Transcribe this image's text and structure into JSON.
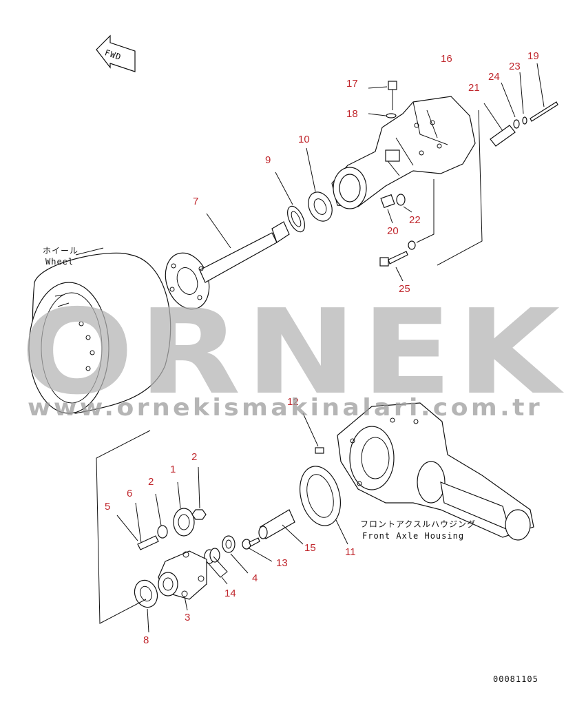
{
  "fwd_label": "FWD",
  "wheel_label_jp": "ホイール",
  "wheel_label_en": "Wheel",
  "housing_label_jp": "フロントアクスルハウジング",
  "housing_label_en": "Front Axle Housing",
  "drawing_code": "00081105",
  "watermark": "ORNEK",
  "watermark_url": "www.ornekismakinalari.com.tr",
  "colors": {
    "part_number": "#c0272d",
    "watermark": "#b3b3b3",
    "accent": "#f2c000"
  },
  "part_numbers": [
    "16",
    "17",
    "18",
    "19",
    "21",
    "23",
    "24",
    "10",
    "9",
    "7",
    "20",
    "22",
    "25",
    "12",
    "1",
    "2",
    "2",
    "6",
    "5",
    "3",
    "8",
    "14",
    "4",
    "13",
    "15",
    "11"
  ]
}
